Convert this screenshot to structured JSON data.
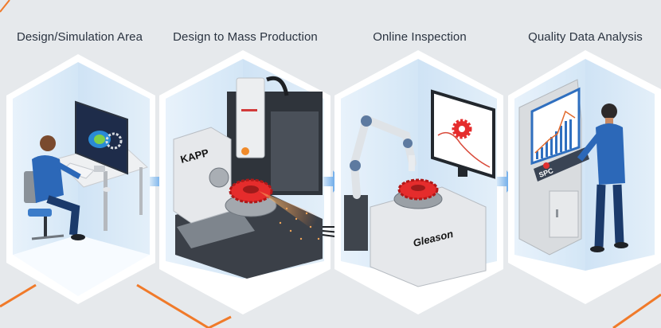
{
  "stages": [
    {
      "title": "Design/Simulation Area",
      "scene": "engineer-at-cad-workstation"
    },
    {
      "title": "Design to Mass Production",
      "scene": "gear-grinding-machine",
      "machine_brand": "KAPP"
    },
    {
      "title": "Online Inspection",
      "scene": "robotic-gear-inspection",
      "machine_brand": "Gleason"
    },
    {
      "title": "Quality Data Analysis",
      "scene": "operator-at-spc-terminal",
      "terminal_label": "SPC"
    }
  ],
  "flow_arrows": 3,
  "colors": {
    "background": "#e6e9ec",
    "booth_wall": "#dcebf8",
    "booth_frame": "#ffffff",
    "accent_orange": "#f07a2a",
    "arrow_blue": "#3a8ee0",
    "gear_red": "#e52c2c",
    "shirt_blue": "#2c68b8",
    "machine_dark": "#3b4048"
  }
}
